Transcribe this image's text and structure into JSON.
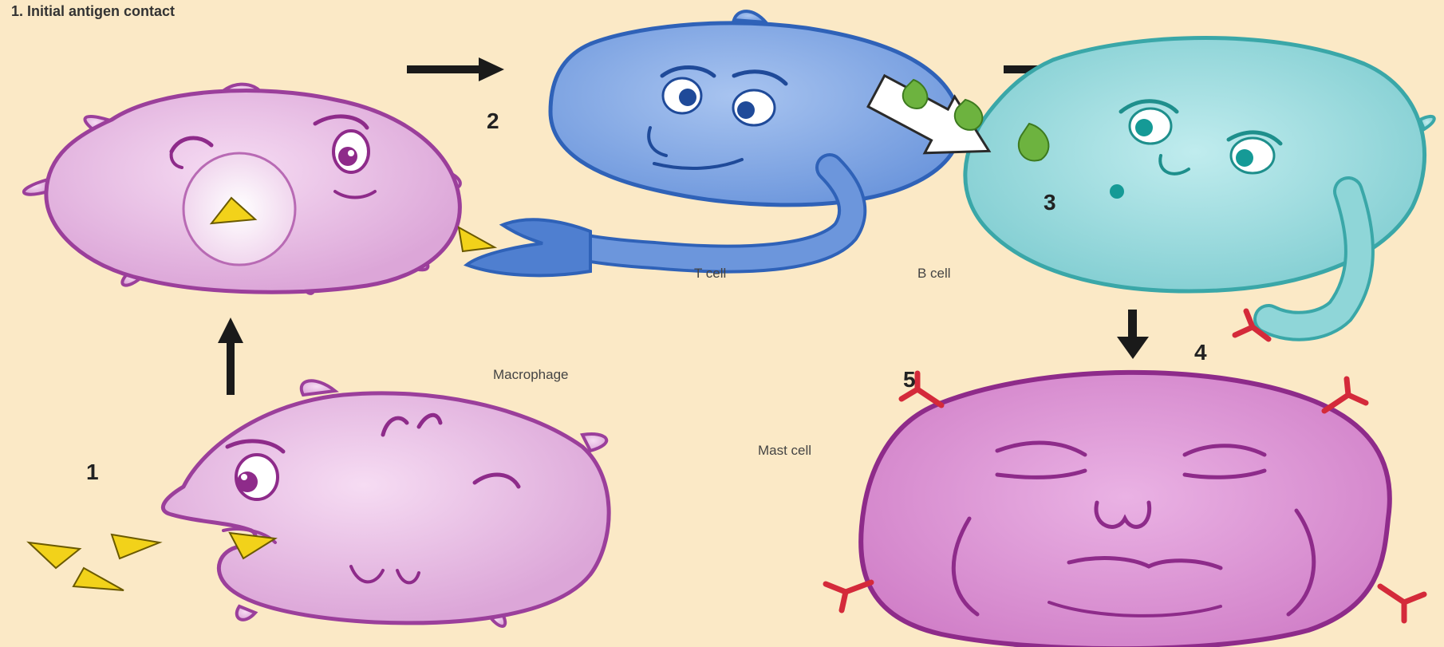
{
  "title": "1. Initial antigen contact",
  "steps": [
    "1",
    "2",
    "3",
    "4",
    "5"
  ],
  "labels": {
    "t_cell": "T cell",
    "b_cell": "B cell",
    "macrophage": "Macrophage",
    "mast_cell": "Mast cell"
  },
  "colors": {
    "background": "#fbe9c6",
    "macrophage_fill": "#e7b9e4",
    "macrophage_outline": "#9b3f9b",
    "t_cell_fill": "#7fa6e3",
    "t_cell_outline": "#2f62b8",
    "b_cell_fill": "#8fd6d8",
    "b_cell_outline": "#3aa7a8",
    "mast_cell_fill": "#d88ad0",
    "mast_cell_outline": "#8e2b8a",
    "antigen": "#f2d21a",
    "antibody_drop": "#6db33f",
    "receptor": "#d42a3a",
    "arrow": "#1a1a1a"
  }
}
